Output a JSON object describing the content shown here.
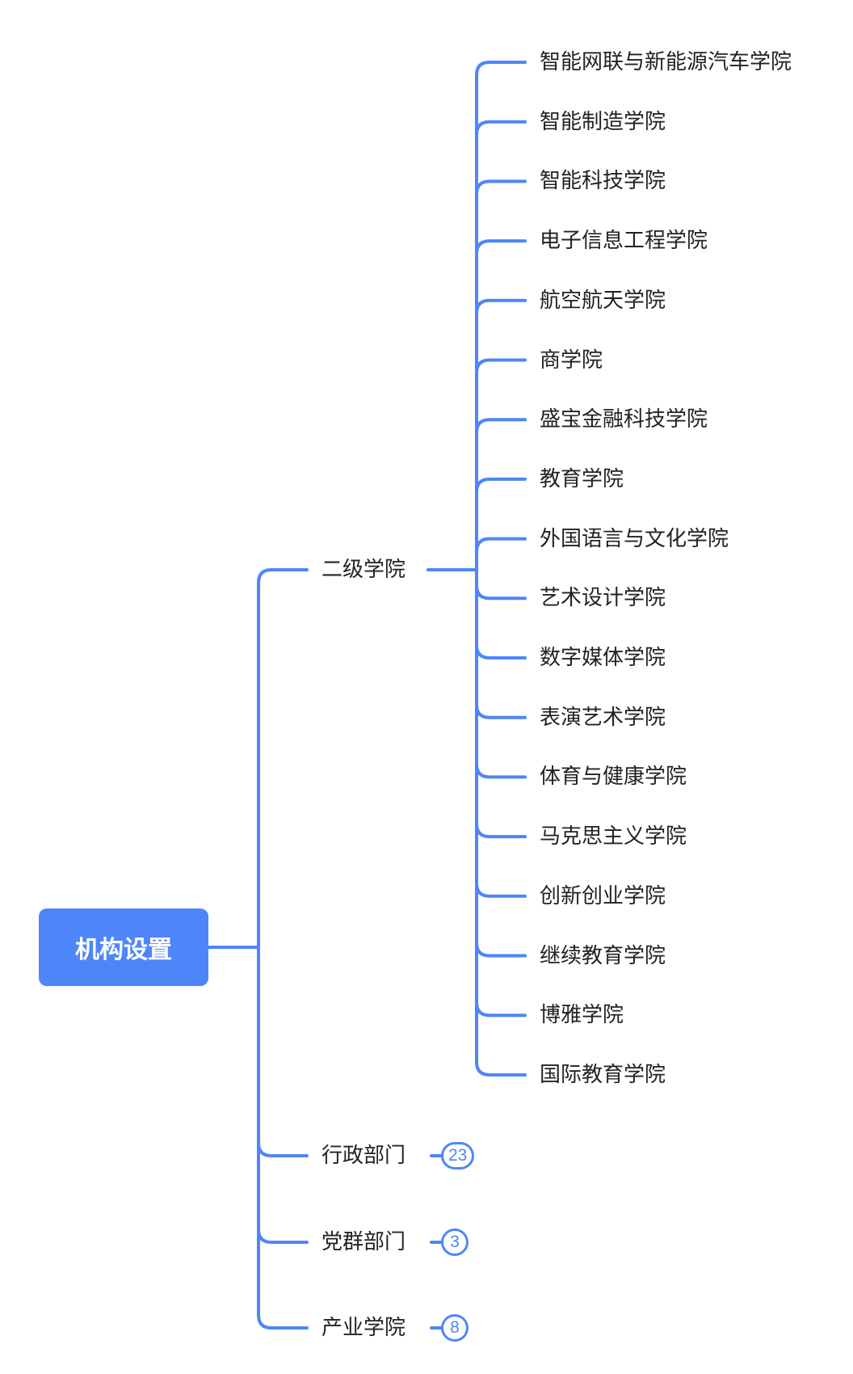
{
  "root": {
    "label": "机构设置"
  },
  "branches": [
    {
      "label": "二级学院",
      "count": null
    },
    {
      "label": "行政部门",
      "count": "23"
    },
    {
      "label": "党群部门",
      "count": "3"
    },
    {
      "label": "产业学院",
      "count": "8"
    }
  ],
  "colleges": [
    "智能网联与新能源汽车学院",
    "智能制造学院",
    "智能科技学院",
    "电子信息工程学院",
    "航空航天学院",
    "商学院",
    "盛宝金融科技学院",
    "教育学院",
    "外国语言与文化学院",
    "艺术设计学院",
    "数字媒体学院",
    "表演艺术学院",
    "体育与健康学院",
    "马克思主义学院",
    "创新创业学院",
    "继续教育学院",
    "博雅学院",
    "国际教育学院"
  ],
  "colors": {
    "accent": "#4e86f9",
    "text": "#222222",
    "background": "#ffffff"
  }
}
